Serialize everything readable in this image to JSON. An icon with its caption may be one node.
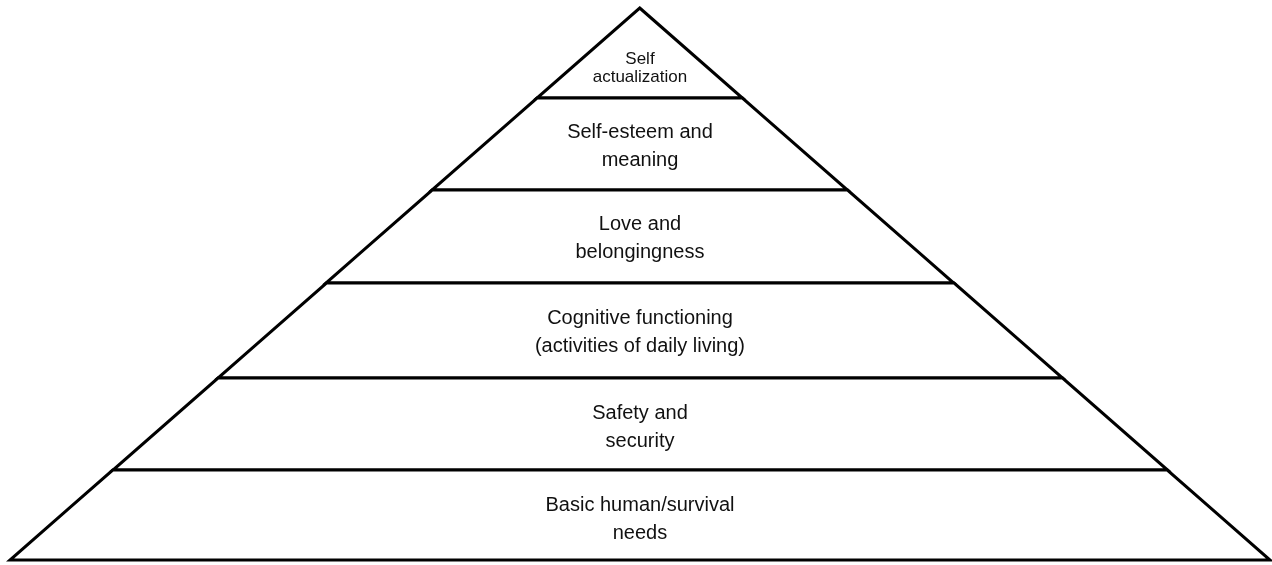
{
  "diagram": {
    "nodes": [
      {
        "text": [
          "Self actualization"
        ]
      },
      {
        "text": [
          "Self-esteem and meaning"
        ]
      },
      {
        "text": [
          "Love and belongingness"
        ]
      },
      {
        "text": [
          "Cognitive functioning (activities of daily living)"
        ]
      },
      {
        "text": [
          "Safety and security"
        ]
      },
      {
        "text": [
          "Basic human/survival needs"
        ]
      }
    ]
  }
}
